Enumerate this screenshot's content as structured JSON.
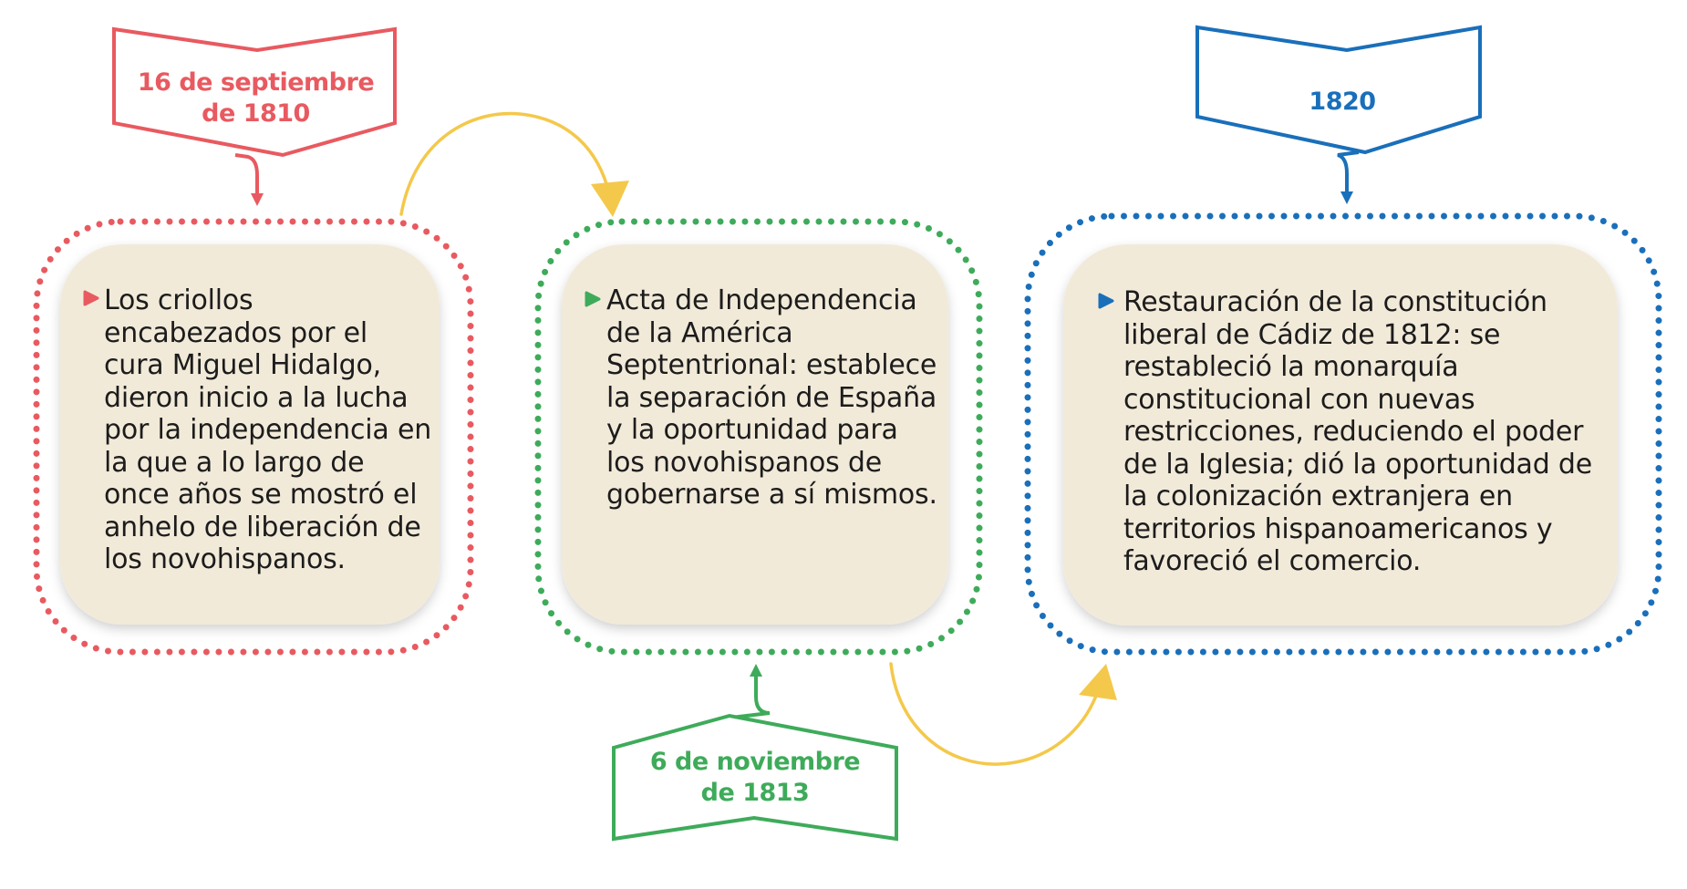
{
  "colors": {
    "red": "#e85a60",
    "green": "#3eab5a",
    "blue": "#1a6fba",
    "yellow": "#f4c84a",
    "cream": "#f2ead9"
  },
  "events": [
    {
      "date": "16 de septiembre de 1810",
      "description": "Los criollos encabezados por el cura Miguel Hidalgo, dieron inicio a la lucha por la independencia en la que a lo largo de once años se mostró el anhelo de liberación de los novohispanos."
    },
    {
      "date": "6 de noviembre de 1813",
      "description": "Acta de Independencia de la América Septentrional: establece la separación de España y la oportunidad para los novohispanos de gobernarse a sí mismos."
    },
    {
      "date": "1820",
      "description": "Restauración de la constitución liberal de Cádiz de 1812: se restableció la monarquía constitucional con nuevas restricciones, reduciendo el poder de la Iglesia; dió la oportunidad de la colonización extranjera en territorios hispanoamericanos y favoreció el comercio."
    }
  ]
}
